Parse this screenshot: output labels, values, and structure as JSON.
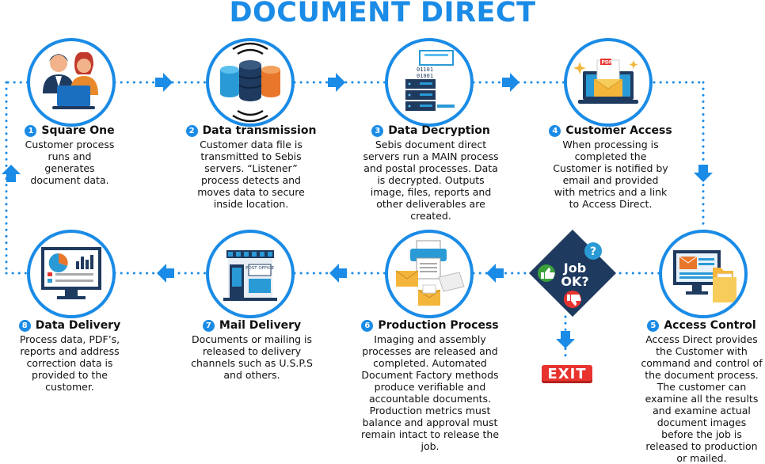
{
  "title": "DOCUMENT DIRECT",
  "colors": {
    "accent": "#1a8be6",
    "navy": "#1f3a5f",
    "exit": "#e8332e"
  },
  "steps": [
    {
      "num": "1",
      "title": "Square One",
      "text": "Customer process runs and generates document data.",
      "icon": "people-laptop-icon"
    },
    {
      "num": "2",
      "title": "Data transmission",
      "text": "Customer data file is transmitted to Sebis servers. “Listener” process detects and moves data to secure inside location.",
      "icon": "database-signal-icon"
    },
    {
      "num": "3",
      "title": "Data Decryption",
      "text": "Sebis document direct servers run a MAIN process and postal processes. Data is decrypted. Outputs image, files, reports and other deliverables are created.",
      "icon": "server-binary-icon"
    },
    {
      "num": "4",
      "title": "Customer Access",
      "text": "When processing is completed the Customer is notified by email and provided with metrics and a link to Access Direct.",
      "icon": "laptop-email-icon"
    },
    {
      "num": "5",
      "title": "Access Control",
      "text": "Access Direct provides the Customer with command and control of the document process. The customer can examine all the results and examine actual document images before the job is released to production or mailed.",
      "icon": "monitor-folder-icon"
    },
    {
      "num": "6",
      "title": "Production Process",
      "text": "Imaging and assembly processes are released and completed. Automated Document Factory methods produce verifiable and accountable documents. Production metrics must balance and approval must remain intact to release the job.",
      "icon": "printer-envelopes-icon"
    },
    {
      "num": "7",
      "title": "Mail Delivery",
      "text": "Documents or mailing is released to delivery channels such as U.S.P.S and others.",
      "icon": "post-office-icon"
    },
    {
      "num": "8",
      "title": "Data Delivery",
      "text": "Process data, PDF’s, reports and address correction data is provided to the customer.",
      "icon": "monitor-chart-icon"
    }
  ],
  "decision": {
    "line1": "Job",
    "line2": "OK?",
    "question": "?"
  },
  "exit_label": "EXIT",
  "icon_text": {
    "binary1": "01101",
    "binary2": "01001",
    "pdf": "PDF",
    "post_office": "POST OFFICE"
  }
}
